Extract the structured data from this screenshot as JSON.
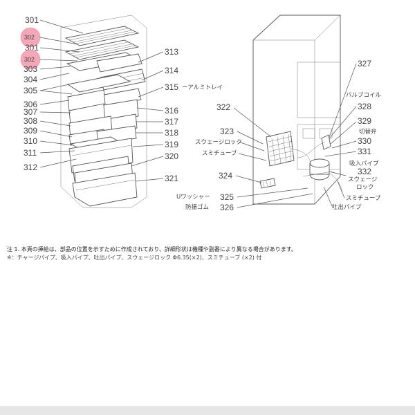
{
  "labels_left": {
    "l301": "301",
    "l302a": "302",
    "l301b": "301",
    "l302b": "302",
    "l303": "303",
    "l304": "304",
    "l305": "305",
    "l306": "306",
    "l307": "307",
    "l308": "308",
    "l309": "309",
    "l310": "310",
    "l311": "311",
    "l312": "312"
  },
  "labels_mid": {
    "l313": "313",
    "l314": "314",
    "l315": "315",
    "l315_text": "ーアルミトレイ",
    "l316": "316",
    "l317": "317",
    "l318": "318",
    "l319": "319",
    "l320": "320",
    "l321": "321"
  },
  "labels_right": {
    "l322": "322",
    "l323": "323",
    "l323_text": "スウェージロック",
    "l_sumi1": "スミチューブ",
    "l324": "324",
    "l325": "325",
    "l325_text": "Uワッシャー",
    "l326": "326",
    "l326_text": "防振ゴム",
    "l327": "327",
    "l328": "328",
    "l328_text": "バルブコイル",
    "l329": "329",
    "l329_text": "切替弁",
    "l330": "330",
    "l331": "331",
    "l331_text": "吸入パイプ",
    "l332": "332",
    "l332_text1": "スウェージ",
    "l332_text2": "ロック",
    "l_sumi2": "スミチューブ",
    "l_discharge": "吐出パイプ"
  },
  "highlight_color": "#f4a7b9",
  "notes": {
    "line1": "注 1. 本頁の挿絵は、部品の位置を示すために作成されており、詳細形状は機種や副番により異なる場合があります。",
    "line2": "※：チャージパイプ、吸入パイプ、吐出パイプ、スウェージロック Φ6.35(×2)、スミチューブ (×2) 付"
  }
}
